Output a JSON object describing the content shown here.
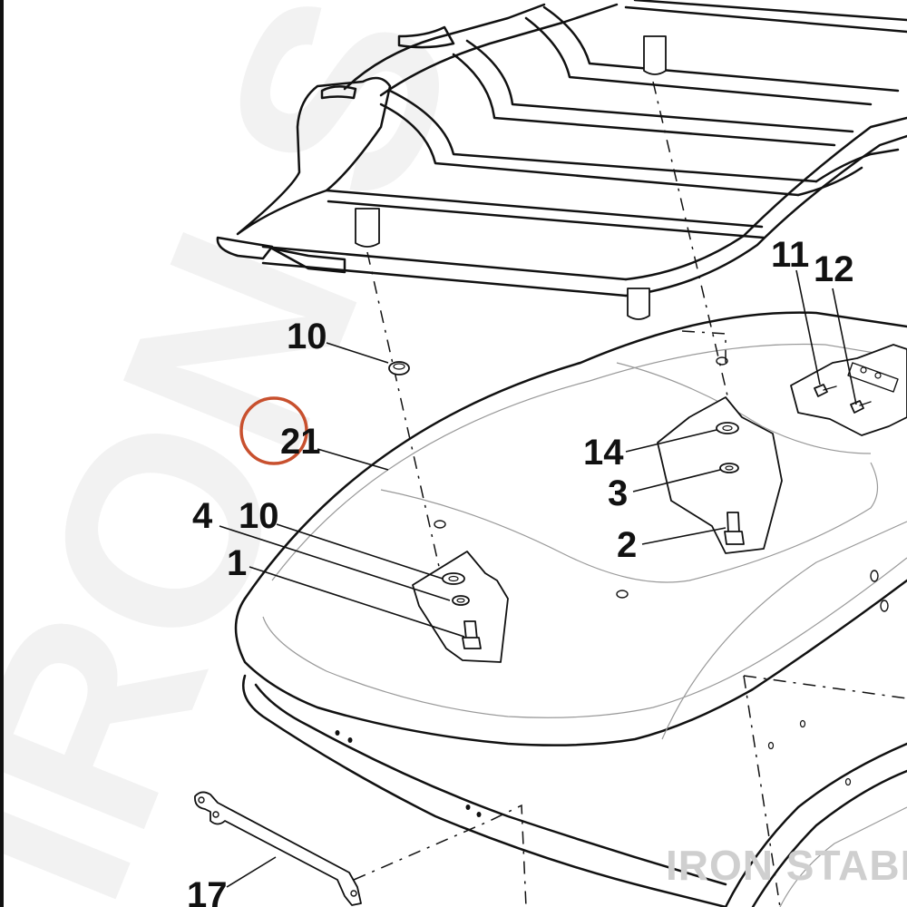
{
  "watermark": {
    "background_text": "IRON STABLE",
    "corner_text": "IRON STABLE"
  },
  "highlight_color": "#c8502e",
  "callouts": [
    {
      "id": "c10a",
      "label": "10"
    },
    {
      "id": "c21",
      "label": "21",
      "highlighted": true
    },
    {
      "id": "c4",
      "label": "4"
    },
    {
      "id": "c10b",
      "label": "10"
    },
    {
      "id": "c1",
      "label": "1"
    },
    {
      "id": "c11",
      "label": "11"
    },
    {
      "id": "c12",
      "label": "12"
    },
    {
      "id": "c14",
      "label": "14"
    },
    {
      "id": "c3",
      "label": "3"
    },
    {
      "id": "c2",
      "label": "2"
    },
    {
      "id": "c17",
      "label": "17"
    }
  ]
}
